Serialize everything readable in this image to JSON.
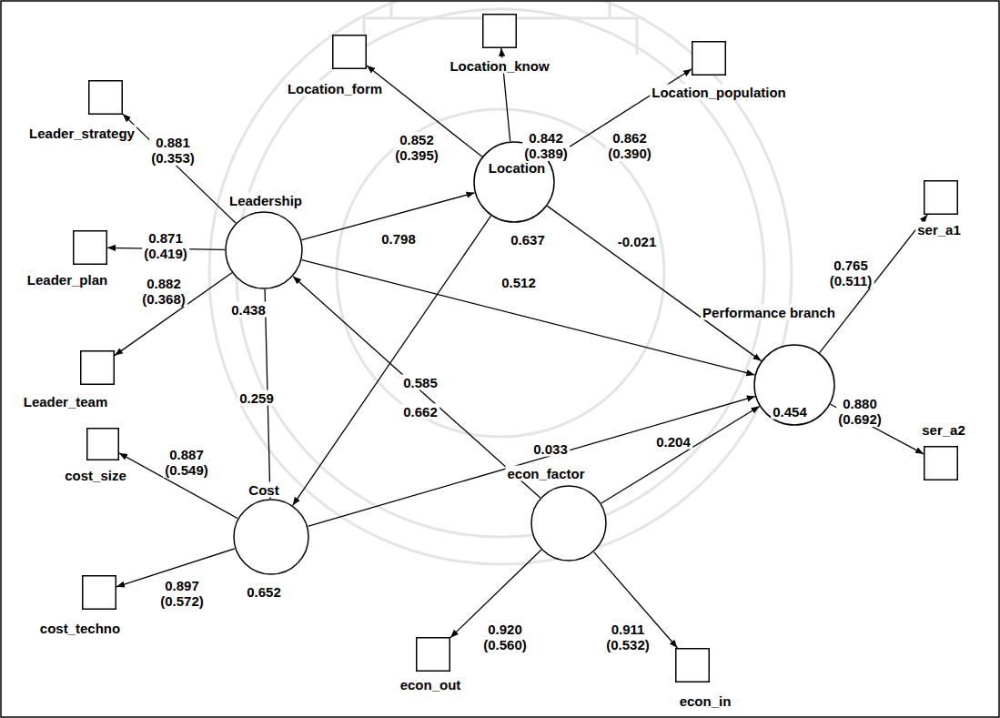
{
  "diagram": {
    "nodes": [
      {
        "text": [
          "Location_know"
        ]
      },
      {
        "text": [
          "Location_population"
        ]
      },
      {
        "text": [
          "Location_form"
        ]
      },
      {
        "text": [
          "Leader_strategy"
        ]
      },
      {
        "text": [
          "Location",
          "0.637"
        ]
      },
      {
        "text": [
          "ser_a1"
        ]
      },
      {
        "text": [
          "Leadership",
          "0.438"
        ]
      },
      {
        "text": [
          "Leader_plan"
        ]
      },
      {
        "text": [
          "Performance branch",
          "0.454"
        ]
      },
      {
        "text": [
          "Leader_team"
        ]
      },
      {
        "text": [
          "cost_size"
        ]
      },
      {
        "text": [
          "ser_a2"
        ]
      },
      {
        "text": [
          "Cost",
          "0.652"
        ]
      },
      {
        "text": [
          "econ_factor"
        ]
      },
      {
        "text": [
          "cost_techno"
        ]
      },
      {
        "text": [
          "econ_out"
        ]
      },
      {
        "text": [
          "econ_in"
        ]
      }
    ],
    "edges": [
      {
        "from": 6,
        "to": 4,
        "arrow": "to",
        "label": "0.798"
      },
      {
        "from": 6,
        "to": 8,
        "arrow": "to",
        "label": "0.512"
      },
      {
        "from": 6,
        "to": 12,
        "arrow": "to",
        "label": "0.259"
      },
      {
        "from": 4,
        "to": 8,
        "arrow": "to",
        "label": "-0.021"
      },
      {
        "from": 4,
        "to": 12,
        "arrow": "to",
        "label": "0.585"
      },
      {
        "from": 13,
        "to": 6,
        "arrow": "to",
        "label": "0.662"
      },
      {
        "from": 12,
        "to": 8,
        "arrow": "to",
        "label": "0.033"
      },
      {
        "from": 13,
        "to": 8,
        "arrow": "to",
        "label": "0.204"
      },
      {
        "from": 4,
        "to": 2,
        "arrow": "to",
        "label": "0.852 (0.395)"
      },
      {
        "from": 4,
        "to": 0,
        "arrow": "to",
        "label": "0.842 (0.389)"
      },
      {
        "from": 4,
        "to": 1,
        "arrow": "to",
        "label": "0.862 (0.390)"
      },
      {
        "from": 6,
        "to": 3,
        "arrow": "to",
        "label": "0.881 (0.353)"
      },
      {
        "from": 6,
        "to": 7,
        "arrow": "to",
        "label": "0.871 (0.419)"
      },
      {
        "from": 6,
        "to": 9,
        "arrow": "to",
        "label": "0.882 (0.368)"
      },
      {
        "from": 8,
        "to": 5,
        "arrow": "to",
        "label": "0.765 (0.511)"
      },
      {
        "from": 8,
        "to": 11,
        "arrow": "to",
        "label": "0.880 (0.692)"
      },
      {
        "from": 12,
        "to": 10,
        "arrow": "to",
        "label": "0.887 (0.549)"
      },
      {
        "from": 12,
        "to": 14,
        "arrow": "to",
        "label": "0.897 (0.572)"
      },
      {
        "from": 13,
        "to": 15,
        "arrow": "to",
        "label": "0.920 (0.560)"
      },
      {
        "from": 13,
        "to": 16,
        "arrow": "to",
        "label": "0.911 (0.532)"
      }
    ]
  }
}
